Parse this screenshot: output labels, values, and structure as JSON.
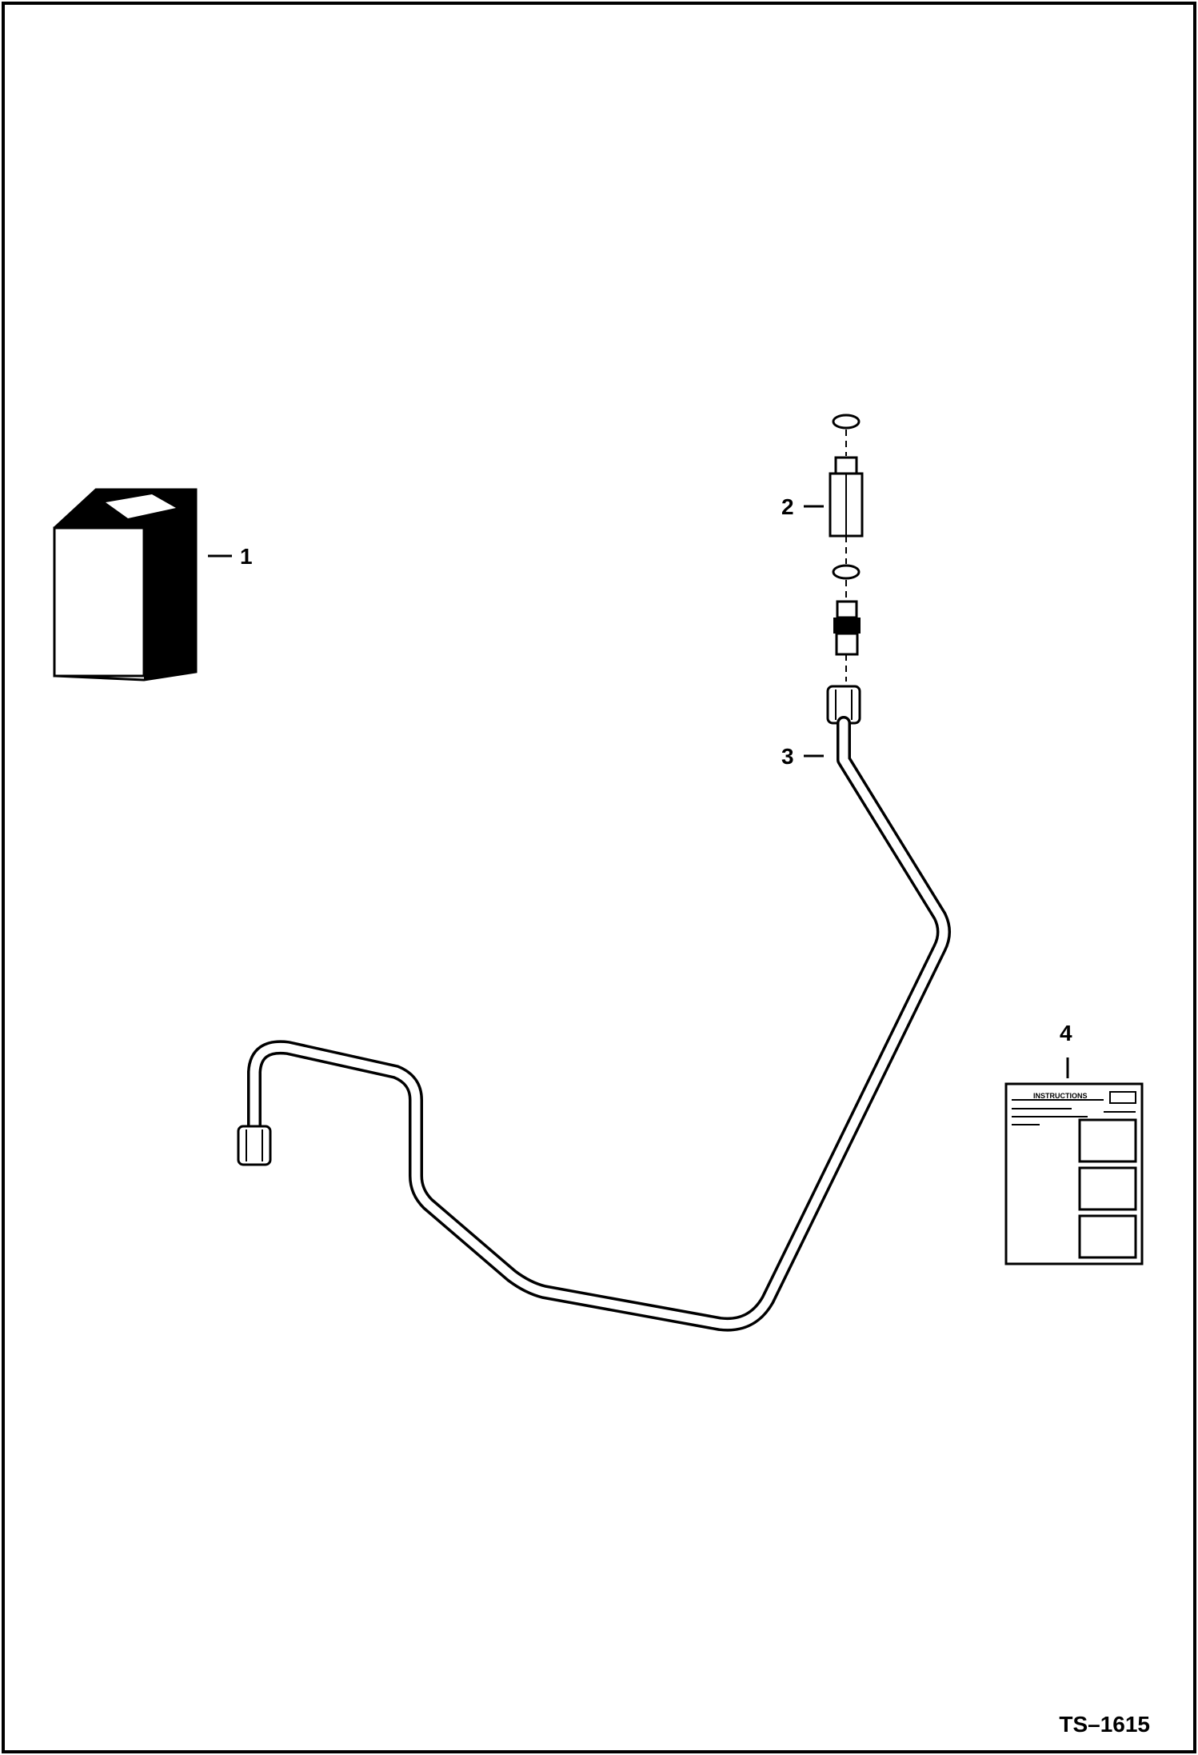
{
  "callouts": {
    "item_1": "1",
    "item_2": "2",
    "item_3": "3",
    "item_4": "4"
  },
  "reference_code": "TS–1615",
  "instruction_sheet": {
    "heading": "INSTRUCTIONS"
  },
  "colors": {
    "line": "#000000",
    "background": "#ffffff"
  }
}
